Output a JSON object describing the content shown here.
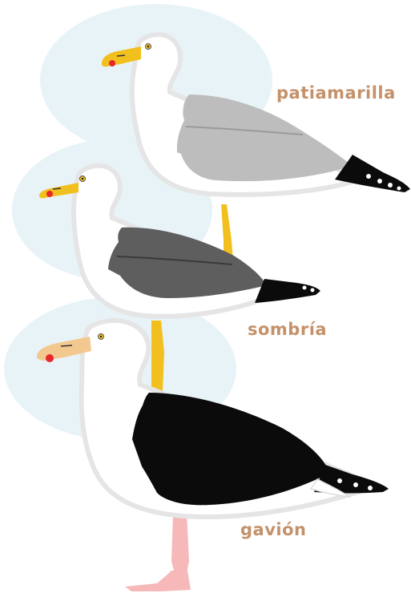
{
  "gulls": [
    {
      "label": "patiamarilla",
      "mantle_color": "#bdbdbd",
      "leg_color": "#f2c01e",
      "bill_color": "#f2c01e"
    },
    {
      "label": "sombría",
      "mantle_color": "#5e5e5e",
      "leg_color": "#f2c01e",
      "bill_color": "#f2c01e"
    },
    {
      "label": "gavión",
      "mantle_color": "#0b0b0b",
      "leg_color": "#f6b8b8",
      "bill_color": "#f3c88f"
    }
  ],
  "label_color": "#c4916a",
  "halo_color": "#e8f3f8",
  "gonys_spot_color": "#e8262b"
}
